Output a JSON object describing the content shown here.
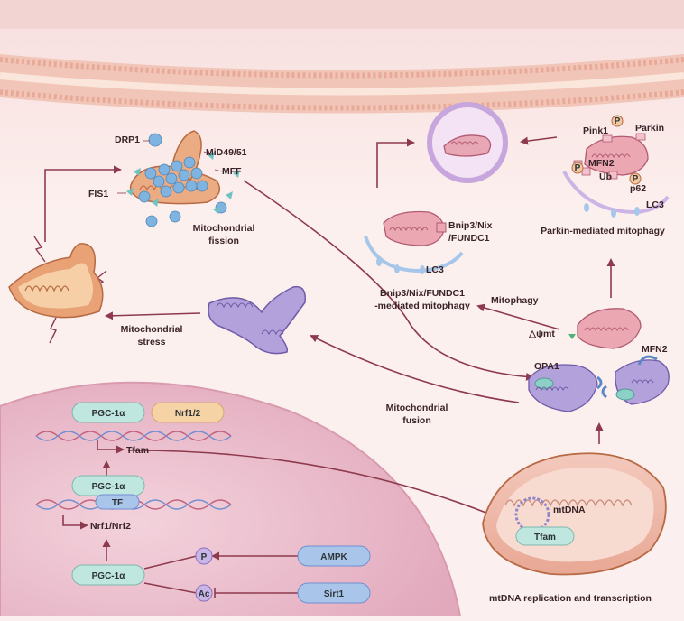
{
  "membrane": {
    "label": ""
  },
  "fission": {
    "drp1": "DRP1",
    "mid4951": "MiD49/51",
    "mff": "MFF",
    "fis1": "FIS1",
    "title_line1": "Mitochondrial",
    "title_line2": "fission"
  },
  "stress": {
    "line1": "Mitochondrial",
    "line2": "stress"
  },
  "fusion": {
    "line1": "Mitochondrial",
    "line2": "fusion",
    "opa1": "OPA1",
    "mfn2": "MFN2"
  },
  "mitophagy": {
    "arrow_label": "Mitophagy",
    "delta_psi": "△ψmt",
    "bnip_receptor_line1": "Bnip3/Nix",
    "bnip_receptor_line2": "/FUNDC1",
    "bnip_lc3": "LC3",
    "bnip_title_line1": "Bnip3/Nix/FUNDC1",
    "bnip_title_line2": "-mediated mitophagy",
    "pink1": "Pink1",
    "parkin": "Parkin",
    "p_badge": "P",
    "mfn2": "MFN2",
    "ub": "Ub",
    "p62": "p62",
    "lc3": "LC3",
    "parkin_title": "Parkin-mediated mitophagy"
  },
  "nucleus": {
    "pgc1a_top": "PGC-1α",
    "nrf12": "Nrf1/2",
    "tfam": "Tfam",
    "pgc1a_mid": "PGC-1α",
    "tf": "TF",
    "nrf1nrf2": "Nrf1/Nrf2",
    "pgc1a_bottom": "PGC-1α",
    "p_mod": "P",
    "ac_mod": "Ac",
    "ampk": "AMPK",
    "sirt1": "Sirt1"
  },
  "mtdna": {
    "label": "mtDNA",
    "tfam": "Tfam",
    "caption": "mtDNA replication and transcription"
  },
  "colors": {
    "accent_arrow": "#8e3a4e",
    "pill_teal": "#bfe6df",
    "pill_orange": "#f6d3a4",
    "pill_blue": "#a9c6ea",
    "mod_purple": "#c9b6e6"
  }
}
